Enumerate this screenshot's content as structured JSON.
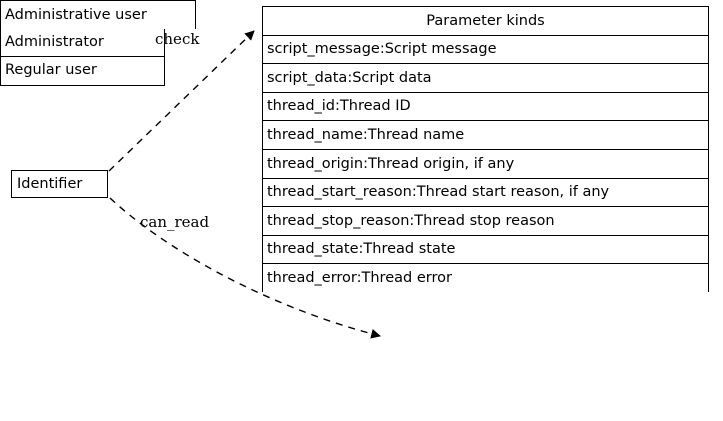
{
  "diagram": {
    "type": "graph",
    "background": "#ffffff",
    "line_color": "#000000",
    "text_color": "#000000",
    "nodes": [
      {
        "id": "identifier",
        "name": "Identifier",
        "label": "Identifier",
        "shape": "box",
        "rows": [
          "Identifier"
        ]
      },
      {
        "id": "parameter-kinds",
        "name": "Parameter kinds",
        "shape": "record-table",
        "header": "Parameter kinds",
        "rows": [
          "script_message:Script message",
          "script_data:Script data",
          "thread_id:Thread ID",
          "thread_name:Thread name",
          "thread_origin:Thread origin, if any",
          "thread_start_reason:Thread start reason, if any",
          "thread_stop_reason:Thread stop reason",
          "thread_state:Thread state",
          "thread_error:Thread error"
        ]
      },
      {
        "id": "administrative-user",
        "name": "Administrative user",
        "shape": "record-table",
        "header": "Administrative user",
        "rows": [
          "Administrator",
          "Regular user"
        ]
      }
    ],
    "edges": [
      {
        "id": "edge-check",
        "label": "check",
        "from": "identifier",
        "to": "parameter-kinds",
        "style": "dashed",
        "arrowhead": "normal"
      },
      {
        "id": "edge-can-read",
        "label": "can_read",
        "from": "identifier",
        "to": "administrative-user",
        "style": "dashed",
        "arrowhead": "normal"
      }
    ]
  }
}
